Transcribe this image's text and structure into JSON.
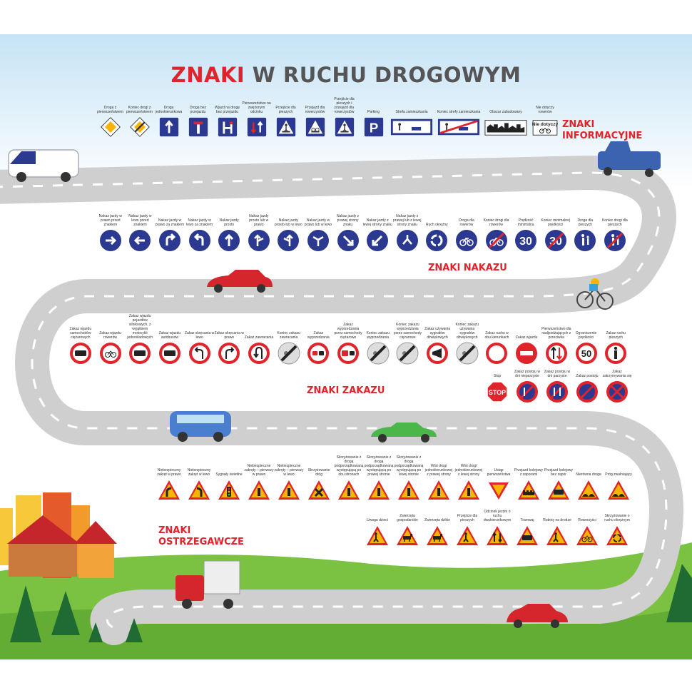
{
  "title": {
    "part1": "ZNAKI",
    "part2": "W RUCHU DROGOWYM"
  },
  "colors": {
    "red": "#e0242b",
    "blue": "#2b3990",
    "yellow": "#f7b500",
    "road": "#d7d7d7",
    "grass": "#7cc242"
  },
  "sections": {
    "informacyjne": {
      "line1": "ZNAKI",
      "line2": "INFORMACYJNE"
    },
    "nakazu": "ZNAKI NAKAZU",
    "zakazu": "ZNAKI ZAKAZU",
    "ostrzegawcze": {
      "line1": "ZNAKI",
      "line2": "OSTRZEGAWCZE"
    }
  },
  "informacyjne": [
    {
      "label": "Droga z pierwszeństwem",
      "icon": "diamond"
    },
    {
      "label": "Koniec drogi z pierwszeństwem",
      "icon": "diamond-end"
    },
    {
      "label": "Droga jednokierunkowa",
      "icon": "one-way"
    },
    {
      "label": "Droga bez przejazdu",
      "icon": "dead-end"
    },
    {
      "label": "Wjazd na drogę bez przejazdu",
      "icon": "dead-end-side"
    },
    {
      "label": "Pierwszeństwo na zwężonym odcinku",
      "icon": "priority-narrow"
    },
    {
      "label": "Przejście dla pieszych",
      "icon": "pedestrian-crossing"
    },
    {
      "label": "Przejazd dla rowerzystów",
      "icon": "bike-crossing"
    },
    {
      "label": "Przejście dla pieszych i przejazd dla rowerzystów",
      "icon": "ped-bike-crossing"
    },
    {
      "label": "Parking",
      "icon": "parking"
    },
    {
      "label": "Strefa zamieszkania",
      "icon": "residential-zone"
    },
    {
      "label": "Koniec strefy zamieszkania",
      "icon": "residential-zone-end"
    },
    {
      "label": "Obszar zabudowany",
      "icon": "built-up-area"
    },
    {
      "label": "Nie dotyczy rowerów",
      "icon": "not-bikes",
      "plate": "Nie dotyczy"
    }
  ],
  "nakazu": [
    {
      "label": "Nakaz jazdy w prawo przed znakiem",
      "icon": "arrow-right"
    },
    {
      "label": "Nakaz jazdy w lewo przed znakiem",
      "icon": "arrow-left"
    },
    {
      "label": "Nakaz jazdy w prawo za znakiem",
      "icon": "turn-right"
    },
    {
      "label": "Nakaz jazdy w lewo za znakiem",
      "icon": "turn-left"
    },
    {
      "label": "Nakaz jazdy prosto",
      "icon": "arrow-up"
    },
    {
      "label": "Nakaz jazdy prosto lub w prawo",
      "icon": "up-right"
    },
    {
      "label": "Nakaz jazdy prosto lub w lewo",
      "icon": "up-left"
    },
    {
      "label": "Nakaz jazdy w prawo lub w lewo",
      "icon": "left-right"
    },
    {
      "label": "Nakaz jazdy z prawej strony znaku",
      "icon": "keep-right"
    },
    {
      "label": "Nakaz jazdy z lewej strony znaku",
      "icon": "keep-left"
    },
    {
      "label": "Nakaz jazdy z prawej lub z lewej strony znaku",
      "icon": "keep-both"
    },
    {
      "label": "Ruch okrężny",
      "icon": "roundabout"
    },
    {
      "label": "Droga dla rowerów",
      "icon": "bike"
    },
    {
      "label": "Koniec drogi dla rowerów",
      "icon": "bike-end"
    },
    {
      "label": "Prędkość minimalna",
      "icon": "speed-min",
      "number": "30"
    },
    {
      "label": "Koniec minimalnej prędkości",
      "icon": "speed-min-end",
      "number": "30"
    },
    {
      "label": "Droga dla pieszych",
      "icon": "pedestrians"
    },
    {
      "label": "Koniec drogi dla pieszych",
      "icon": "pedestrians-end"
    }
  ],
  "zakazu": [
    {
      "label": "Zakaz wjazdu samochodów ciężarowych",
      "icon": "no-truck"
    },
    {
      "label": "Zakaz wjazdu rowerów",
      "icon": "no-bike"
    },
    {
      "label": "Zakaz wjazdu pojazdów silnikowych, z wyjątkiem motocykli jednośladowych",
      "icon": "no-motor"
    },
    {
      "label": "Zakaz wjazdu autobusów",
      "icon": "no-bus"
    },
    {
      "label": "Zakaz skręcania w lewo",
      "icon": "no-left"
    },
    {
      "label": "Zakaz skręcania w prawo",
      "icon": "no-right"
    },
    {
      "label": "Zakaz zawracania",
      "icon": "no-uturn"
    },
    {
      "label": "Koniec zakazu zawracania",
      "icon": "no-uturn-end"
    },
    {
      "label": "Zakaz wyprzedzania",
      "icon": "no-overtaking"
    },
    {
      "label": "Zakaz wyprzedzania przez samochody ciężarowe",
      "icon": "no-overtaking-truck"
    },
    {
      "label": "Koniec zakazu wyprzedzania",
      "icon": "no-overtaking-end"
    },
    {
      "label": "Koniec zakazu wyprzedzania przez samochody ciężarowe",
      "icon": "no-overtaking-truck-end"
    },
    {
      "label": "Zakaz używania sygnałów dźwiękowych",
      "icon": "no-horn"
    },
    {
      "label": "Koniec zakazu używania sygnałów dźwiękowych",
      "icon": "no-horn-end"
    },
    {
      "label": "Zakaz ruchu w obu kierunkach",
      "icon": "no-traffic"
    },
    {
      "label": "Zakaz wjazdu",
      "icon": "no-entry"
    },
    {
      "label": "Pierwszeństwo dla nadjeżdżających z przeciwka",
      "icon": "oncoming-priority"
    },
    {
      "label": "Ograniczenie prędkości",
      "icon": "speed-limit",
      "number": "50"
    },
    {
      "label": "Zakaz ruchu pieszych",
      "icon": "no-pedestrians"
    }
  ],
  "zakazu2": [
    {
      "label": "Stop",
      "icon": "stop",
      "text": "STOP"
    },
    {
      "label": "Zakaz postoju w dni nieparzyste",
      "icon": "no-parking-odd"
    },
    {
      "label": "Zakaz postoju w dni parzyste",
      "icon": "no-parking-even"
    },
    {
      "label": "Zakaz postoju",
      "icon": "no-parking"
    },
    {
      "label": "Zakaz zatrzymywania się",
      "icon": "no-stopping"
    }
  ],
  "ostrzegawcze": [
    {
      "label": "Niebezpieczny zakręt w prawo",
      "icon": "curve-right"
    },
    {
      "label": "Niebezpieczny zakręt w lewo",
      "icon": "curve-left"
    },
    {
      "label": "Sygnały świetlne",
      "icon": "traffic-lights"
    },
    {
      "label": "Niebezpieczne zakręty – pierwszy w prawo",
      "icon": "double-curve-right"
    },
    {
      "label": "Niebezpieczne zakręty – pierwszy w lewo",
      "icon": "double-curve-left"
    },
    {
      "label": "Skrzyżowanie dróg",
      "icon": "crossroads"
    },
    {
      "label": "Skrzyżowanie z drogą podporządkowaną występującą po obu stronach",
      "icon": "minor-both"
    },
    {
      "label": "Skrzyżowanie z drogą podporządkowaną występującą po prawej stronie",
      "icon": "minor-right"
    },
    {
      "label": "Skrzyżowanie z drogą podporządkowaną występującą po lewej stronie",
      "icon": "minor-left"
    },
    {
      "label": "Wlot drogi jednokierunkowej z prawej strony",
      "icon": "oneway-right"
    },
    {
      "label": "Wlot drogi jednokierunkowej z lewej strony",
      "icon": "oneway-left"
    },
    {
      "label": "Ustąp pierwszeństwa",
      "icon": "give-way"
    },
    {
      "label": "Przejazd kolejowy z zaporami",
      "icon": "rail-barrier"
    },
    {
      "label": "Przejazd kolejowy bez zapór",
      "icon": "rail-no-barrier"
    },
    {
      "label": "Nierówna droga",
      "icon": "uneven-road"
    },
    {
      "label": "Próg zwalniający",
      "icon": "speed-bump"
    }
  ],
  "ostrzegawcze2": [
    {
      "label": "Uwaga dzieci",
      "icon": "children"
    },
    {
      "label": "Zwierzęta gospodarskie",
      "icon": "cattle"
    },
    {
      "label": "Zwierzęta dzikie",
      "icon": "deer"
    },
    {
      "label": "Przejście dla pieszych",
      "icon": "ped-warning"
    },
    {
      "label": "Odcinek jezdni o ruchu dwukierunkowym",
      "icon": "two-way"
    },
    {
      "label": "Tramwaj",
      "icon": "tram"
    },
    {
      "label": "Roboty na drodze",
      "icon": "roadworks"
    },
    {
      "label": "Rowerzyści",
      "icon": "cyclists"
    },
    {
      "label": "Skrzyżowanie o ruchu okrężnym",
      "icon": "roundabout-warning"
    }
  ]
}
